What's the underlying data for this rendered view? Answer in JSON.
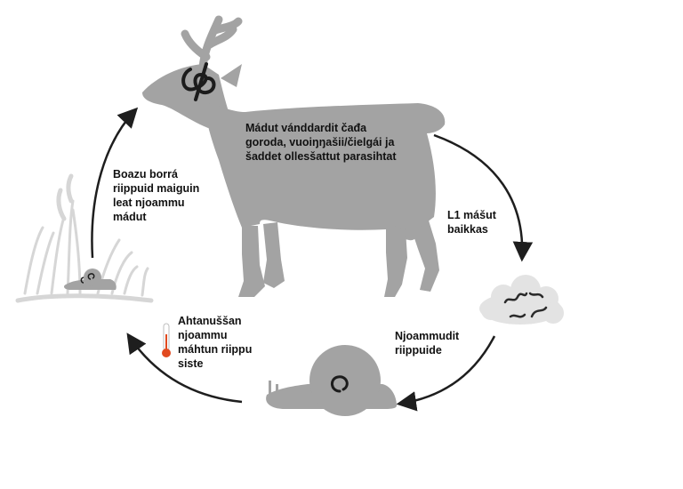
{
  "labels": {
    "deer": [
      "Mádut vánddardit čađa",
      "goroda, vuoiŋŋašii/čielgái ja",
      "šaddet ollesšattut parasihtat"
    ],
    "feces": [
      "L1 mášut",
      "baikkas"
    ],
    "snail_infection": [
      "Njoammudit",
      "riippuide"
    ],
    "temperature": [
      "Ahtanuššan",
      "njoammu",
      "máhtun riippu",
      "siste"
    ],
    "grazing": [
      "Boazu borrá",
      "riippuid maiguin",
      "leat njoammu",
      "mádut"
    ]
  },
  "colors": {
    "silhouette": "#a3a3a3",
    "arrow": "#1e1e1e",
    "worm": "#2a2a2a",
    "thermometer": "#e14a1f",
    "grass": "#d6d6d6"
  },
  "icons": [
    "reindeer-icon",
    "worm-icon",
    "feces-cloud-icon",
    "snail-icon",
    "thermometer-icon",
    "grass-icon"
  ]
}
